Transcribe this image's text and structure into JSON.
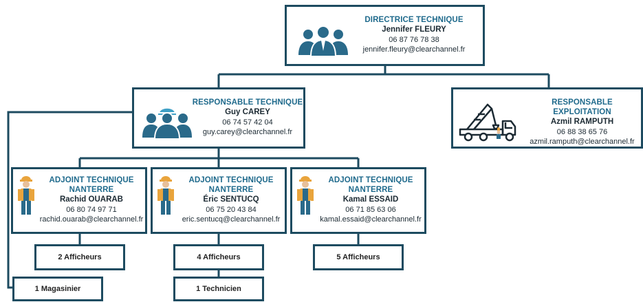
{
  "director": {
    "role": "DIRECTRICE TECHNIQUE",
    "name": "Jennifer FLEURY",
    "phone": "06 87 76 78 38",
    "email": "jennifer.fleury@clearchannel.fr",
    "icon": "team-icon"
  },
  "tech_manager": {
    "role": "RESPONSABLE TECHNIQUE",
    "name": "Guy CAREY",
    "phone": "06 74 57 42 04",
    "email": "guy.carey@clearchannel.fr",
    "icon": "worker-team-icon"
  },
  "ops_manager": {
    "role": "RESPONSABLE EXPLOITATION",
    "name": "Azmil RAMPUTH",
    "phone": "06 88 38 65 76",
    "email": "azmil.ramputh@clearchannel.fr",
    "icon": "crane-truck-icon"
  },
  "deputies": [
    {
      "role_line1": "ADJOINT TECHNIQUE",
      "role_line2": "NANTERRE",
      "name": "Rachid OUARAB",
      "phone": "06 80 74 97 71",
      "email": "rachid.ouarab@clearchannel.fr",
      "team": "2 Afficheurs"
    },
    {
      "role_line1": "ADJOINT TECHNIQUE",
      "role_line2": "NANTERRE",
      "name": "Éric SENTUCQ",
      "phone": "06 75 20 43 84",
      "email": "eric.sentucq@clearchannel.fr",
      "team": "4 Afficheurs"
    },
    {
      "role_line1": "ADJOINT TECHNIQUE",
      "role_line2": "NANTERRE",
      "name": "Kamal ESSAID",
      "phone": "06 71 85 63 06",
      "email": "kamal.essaid@clearchannel.fr",
      "team": "5 Afficheurs"
    }
  ],
  "extra": {
    "warehouse": "1 Magasinier",
    "technician": "1 Technicien"
  },
  "colors": {
    "border": "#1d4b60",
    "role_text": "#1f6a8c",
    "icon": "#2a6a8a",
    "worker_orange": "#e9a43c"
  }
}
